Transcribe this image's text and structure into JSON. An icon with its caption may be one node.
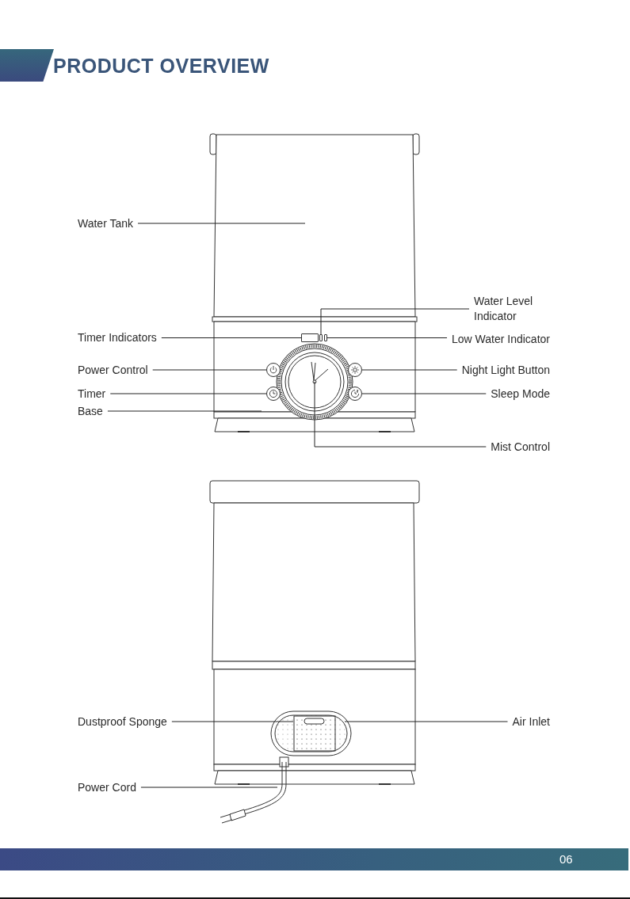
{
  "diagram": {
    "title": "PRODUCT OVERVIEW",
    "nodes": [
      {
        "text": [
          "Water Tank"
        ]
      },
      {
        "text": [
          "Water Level Indicator"
        ]
      },
      {
        "text": [
          "Timer Indicators"
        ]
      },
      {
        "text": [
          "Low Water Indicator"
        ]
      },
      {
        "text": [
          "Power Control"
        ]
      },
      {
        "text": [
          "Night Light Button"
        ]
      },
      {
        "text": [
          "Timer"
        ]
      },
      {
        "text": [
          "Sleep Mode"
        ]
      },
      {
        "text": [
          "Base"
        ]
      },
      {
        "text": [
          "Mist Control"
        ]
      },
      {
        "text": [
          "Dustproof Sponge"
        ]
      },
      {
        "text": [
          "Air Inlet"
        ]
      },
      {
        "text": [
          "Power Cord"
        ]
      },
      {
        "text": [],
        "shape": "box"
      },
      {
        "text": [],
        "shape": "box"
      },
      {
        "text": [],
        "shape": "box"
      },
      {
        "text": [],
        "shape": "circle"
      },
      {
        "text": [],
        "shape": "circle"
      },
      {
        "text": [],
        "shape": "circle"
      },
      {
        "text": [],
        "shape": "circle"
      }
    ],
    "edges": [
      {
        "from": 0,
        "to": null,
        "arrow": "none"
      },
      {
        "from": 1,
        "to": 14,
        "arrow": "none"
      },
      {
        "from": 2,
        "to": 13,
        "arrow": "none"
      },
      {
        "from": 3,
        "to": 15,
        "arrow": "none"
      },
      {
        "from": 4,
        "to": 16,
        "arrow": "none"
      },
      {
        "from": 5,
        "to": 17,
        "arrow": "none"
      },
      {
        "from": 6,
        "to": 18,
        "arrow": "none"
      },
      {
        "from": 7,
        "to": 19,
        "arrow": "none"
      },
      {
        "from": 8,
        "to": null,
        "arrow": "none"
      },
      {
        "from": 9,
        "to": null,
        "arrow": "none"
      },
      {
        "from": 10,
        "to": null,
        "arrow": "none"
      },
      {
        "from": 11,
        "to": null,
        "arrow": "none"
      },
      {
        "from": 12,
        "to": null,
        "arrow": "none"
      }
    ],
    "labels": [
      "06"
    ]
  }
}
